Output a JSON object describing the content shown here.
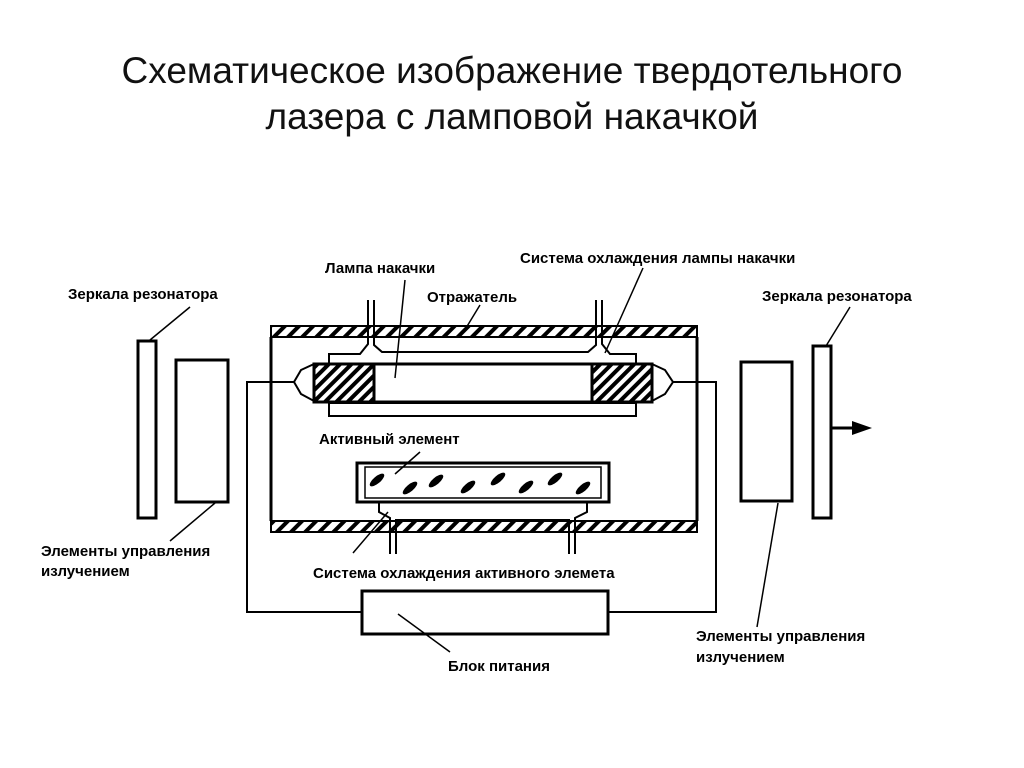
{
  "title": {
    "line1": "Схематическое изображение твердотельного",
    "line2": "лазера с ламповой накачкой"
  },
  "labels": {
    "mirror_left": "Зеркала резонатора",
    "mirror_right": "Зеркала резонатора",
    "pump_lamp": "Лампа накачки",
    "reflector": "Отражатель",
    "lamp_cooling": "Система охлаждения лампы накачки",
    "active_element": "Активный элемент",
    "active_cooling": "Система охлаждения активного элемета",
    "control_left_line1": "Элементы управления",
    "control_left_line2": "излучением",
    "control_right_line1": "Элементы управления",
    "control_right_line2": "излучением",
    "power_unit": "Блок питания"
  }
}
